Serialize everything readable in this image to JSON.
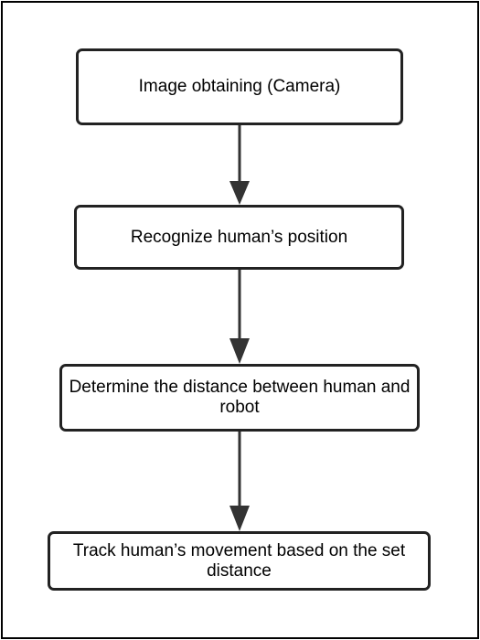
{
  "diagram": {
    "type": "flowchart",
    "direction": "top-to-bottom",
    "colors": {
      "border": "#222222",
      "arrow": "#333333",
      "frame": "#000000",
      "background": "#ffffff",
      "text": "#000000"
    },
    "nodes": [
      {
        "id": "n1",
        "label": "Image obtaining (Camera)"
      },
      {
        "id": "n2",
        "label": "Recognize human’s position"
      },
      {
        "id": "n3",
        "label": "Determine the distance between human and robot"
      },
      {
        "id": "n4",
        "label": "Track human’s movement based on the set distance"
      }
    ],
    "edges": [
      {
        "from": "n1",
        "to": "n2"
      },
      {
        "from": "n2",
        "to": "n3"
      },
      {
        "from": "n3",
        "to": "n4"
      }
    ]
  }
}
